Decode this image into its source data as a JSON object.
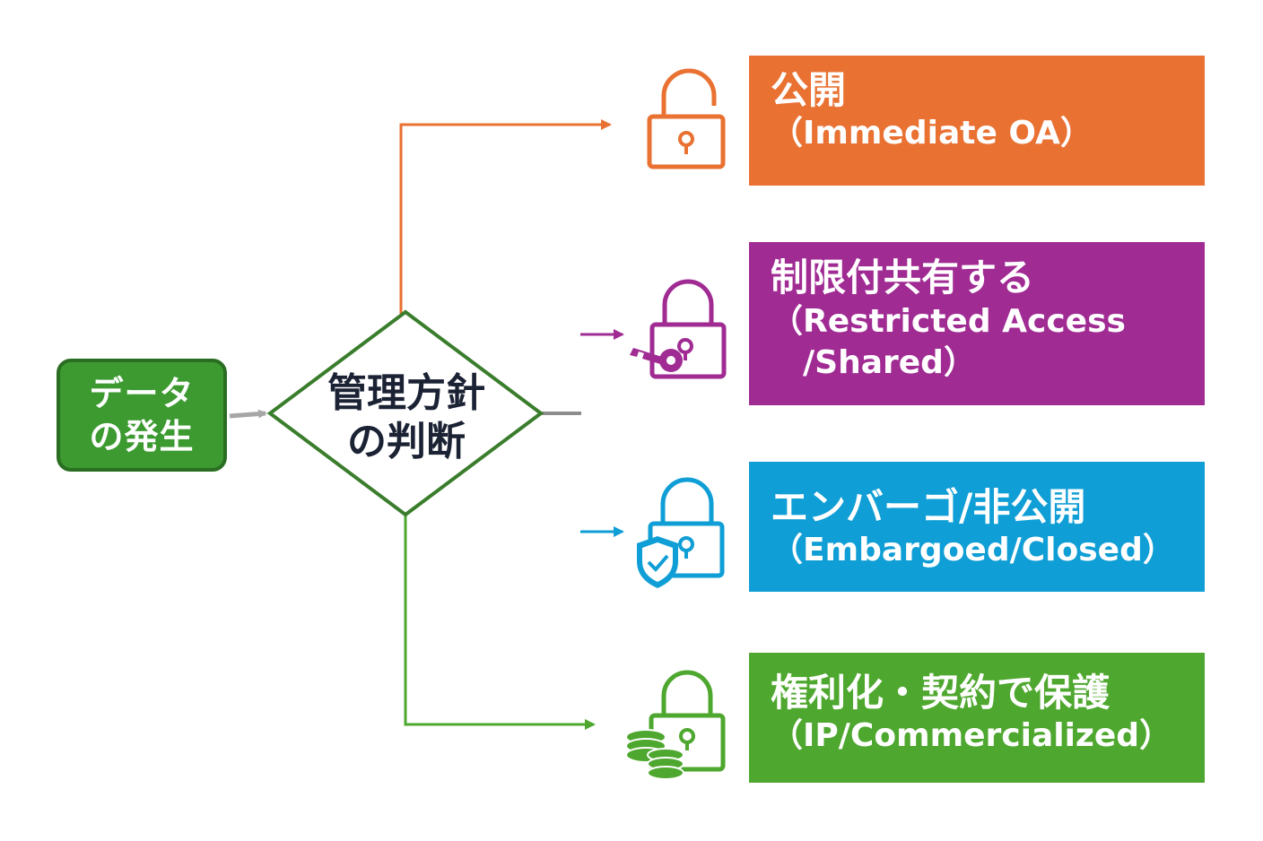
{
  "start": {
    "line1": "データ",
    "line2": "の発生"
  },
  "decision": {
    "line1": "管理方針",
    "line2": "の判断"
  },
  "outcomes": [
    {
      "id": "open",
      "title": "公開",
      "subtitle": "（Immediate OA）",
      "color": "#e97132",
      "icon": "unlocked-padlock-icon"
    },
    {
      "id": "restricted",
      "title": "制限付共有する",
      "subtitle": "（Restricted Access",
      "subtitle2": "/Shared）",
      "color": "#a02b93",
      "icon": "padlock-with-key-icon"
    },
    {
      "id": "embargo",
      "title": "エンバーゴ/非公開",
      "subtitle": "（Embargoed/Closed）",
      "color": "#0f9ed5",
      "icon": "padlock-with-shield-icon"
    },
    {
      "id": "ip",
      "title": "権利化・契約で保護",
      "subtitle": "（IP/Commercialized）",
      "color": "#4ea72e",
      "icon": "padlock-with-coins-icon"
    }
  ],
  "colors": {
    "start_fill": "#3c9a30",
    "start_border": "#2a6e22",
    "decision_border": "#3a7d2c",
    "connector_gray": "#8c8c8c",
    "text_dark": "#1b2233"
  }
}
